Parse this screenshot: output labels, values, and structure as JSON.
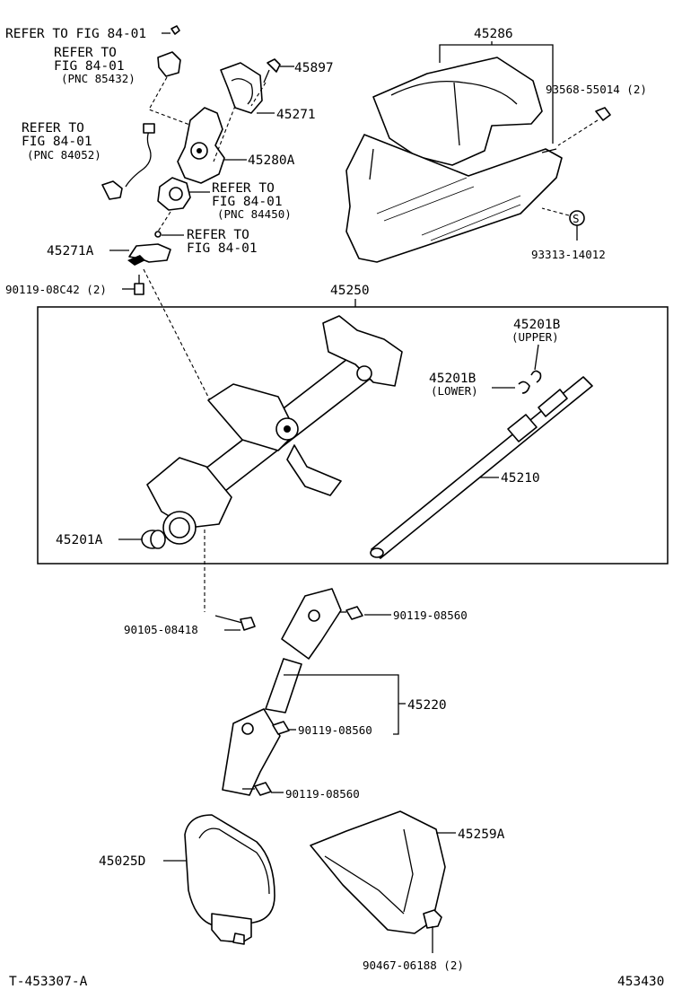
{
  "labels": {
    "refer_fig_top": "REFER TO FIG 84-01",
    "refer_85432_a": "REFER TO",
    "refer_85432_b": "FIG 84-01",
    "refer_85432_c": "(PNC 85432)",
    "refer_84052_a": "REFER TO",
    "refer_84052_b": "FIG 84-01",
    "refer_84052_c": "(PNC 84052)",
    "refer_84450_a": "REFER TO",
    "refer_84450_b": "FIG 84-01",
    "refer_84450_c": "(PNC 84450)",
    "refer_mid_a": "REFER TO",
    "refer_mid_b": "FIG 84-01",
    "p45286": "45286",
    "p45897": "45897",
    "p45271": "45271",
    "p45280A": "45280A",
    "p45271A": "45271A",
    "p93568": "93568-55014 (2)",
    "p93313": "93313-14012",
    "p90119_08C42": "90119-08C42 (2)",
    "p45250": "45250",
    "p45201B_upper": "45201B",
    "upper_note": "(UPPER)",
    "p45201B_lower": "45201B",
    "lower_note": "(LOWER)",
    "p45210": "45210",
    "p45201A": "45201A",
    "p90105": "90105-08418",
    "p90119_08560_a": "90119-08560",
    "p45220": "45220",
    "p90119_08560_b": "90119-08560",
    "p90119_08560_c": "90119-08560",
    "p45025D": "45025D",
    "p45259A": "45259A",
    "p90467": "90467-06188 (2)",
    "footer_left": "T-453307-A",
    "footer_right": "453430",
    "s_mark": "S"
  }
}
